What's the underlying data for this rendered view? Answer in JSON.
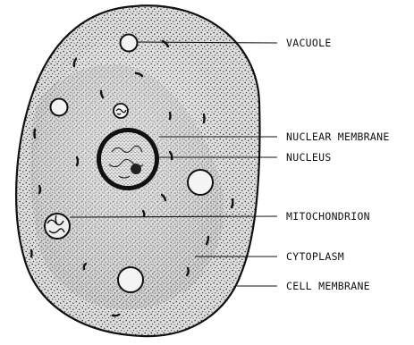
{
  "diagram": {
    "labels": [
      {
        "key": "vacuole",
        "text": "VACUOLE"
      },
      {
        "key": "nuclear_membrane",
        "text": "NUCLEAR MEMBRANE"
      },
      {
        "key": "nucleus",
        "text": "NUCLEUS"
      },
      {
        "key": "mitochondrion",
        "text": "MITOCHONDRION"
      },
      {
        "key": "cytoplasm",
        "text": "CYTOPLASM"
      },
      {
        "key": "cell_membrane",
        "text": "CELL MEMBRANE"
      }
    ]
  },
  "colors": {
    "outline": "#111111",
    "cytoplasm_fill": "#d9d9d9",
    "vacuole_fill": "#f4f4f4",
    "nucleus_fill": "#f2f2f2",
    "background": "#ffffff"
  }
}
